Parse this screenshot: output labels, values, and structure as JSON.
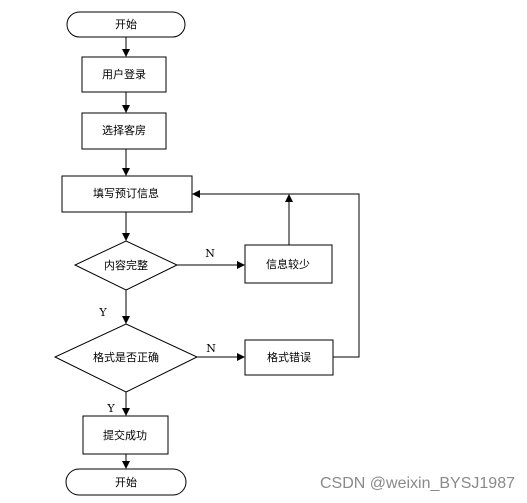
{
  "nodes": {
    "start": "开始",
    "login": "用户登录",
    "select_room": "选择客房",
    "fill_info": "填写预订信息",
    "content_complete": "内容完整",
    "info_less": "信息较少",
    "format_correct": "格式是否正确",
    "format_error": "格式错误",
    "submit_success": "提交成功",
    "end": "开始"
  },
  "edge_labels": {
    "content_no": "N",
    "content_yes": "Y",
    "format_no": "N",
    "format_yes": "Y"
  },
  "watermark": "CSDN @weixin_BYSJ1987"
}
